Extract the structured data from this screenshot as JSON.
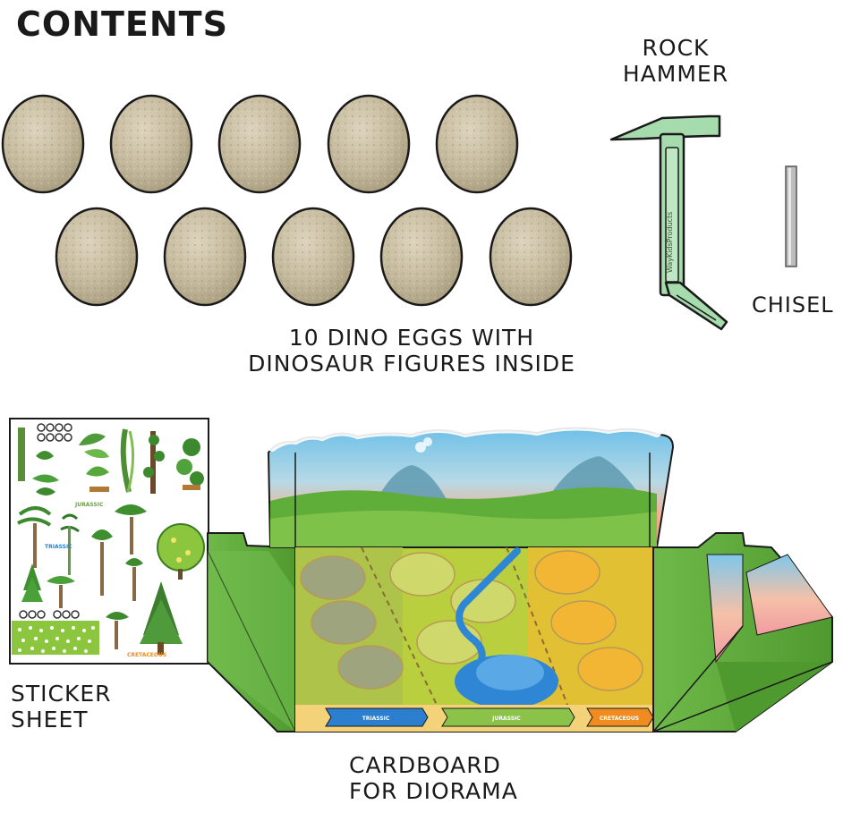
{
  "title": "CONTENTS",
  "items": {
    "hammer": {
      "line1": "ROCK",
      "line2": "HAMMER",
      "handle_text": "WayKidsProducts"
    },
    "chisel": {
      "label": "CHISEL"
    },
    "eggs": {
      "count": 10,
      "line1": "10 DINO EGGS WITH",
      "line2": "DINOSAUR FIGURES INSIDE"
    },
    "sticker_sheet": {
      "line1": "STICKER",
      "line2": "SHEET",
      "period_labels": [
        "TRIASSIC",
        "JURASSIC",
        "CRETACEOUS"
      ]
    },
    "cardboard": {
      "line1": "CARDBOARD",
      "line2": "FOR DIORAMA",
      "bands": [
        "TRIASSIC",
        "JURASSIC",
        "CRETACEOUS"
      ]
    }
  },
  "colors": {
    "egg": "#c9bfa4",
    "hammer": "#9fd6a6",
    "sky_top": "#7fc6e4",
    "sky_bottom": "#f3a183",
    "grass": "#5fae3a",
    "triassic": "#2b7fce",
    "jurassic": "#8bc34a",
    "cretaceous": "#f08c1f"
  }
}
